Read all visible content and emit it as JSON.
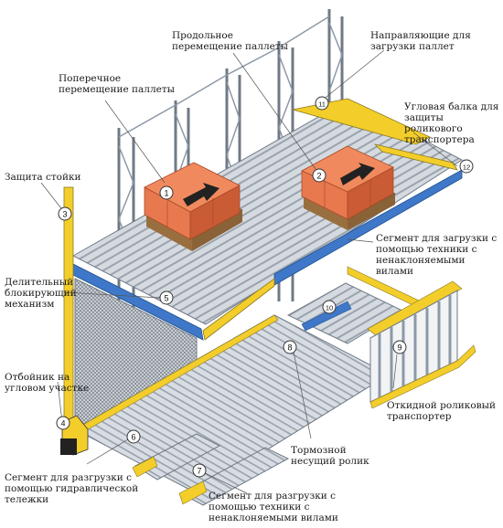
{
  "labels": {
    "longitudinal": "Продольное\nперемещение паллеты",
    "guides": "Направляющие для\nзагрузки паллет",
    "transverse": "Поперечное\nперемещение паллеты",
    "corner_beam": "Угловая балка для\nзащиты роликового\nтранспортера",
    "post_protection": "Защита стойки",
    "loading_segment": "Сегмент для загрузки с\nпомощью техники с\nненаклоняемыми вилами",
    "locking": "Делительный\nблокирующий\nмеханизм",
    "corner_bumper": "Отбойник на\nугловом участке",
    "folding_conveyor": "Откидной роликовый\nтранспортер",
    "brake_roller": "Тормозной\nнесущий ролик",
    "unload_hydraulic": "Сегмент для разгрузки с\nпомощью гидравлической\nтележки",
    "unload_forklift": "Сегмент для разгрузки с\nпомощью техники с\nненаклоняемыми вилами"
  },
  "markers": [
    "1",
    "2",
    "3",
    "4",
    "5",
    "6",
    "7",
    "8",
    "9",
    "10",
    "11",
    "12"
  ],
  "colors": {
    "frame": "#6f7a86",
    "upright": "#8d99a6",
    "yellow": "#f3cd2a",
    "blue": "#3f78c8",
    "roller": "#c9cfd6",
    "box": "#e8794f",
    "box_dark": "#c95b35",
    "pallet": "#b88a55",
    "line": "#555555"
  }
}
